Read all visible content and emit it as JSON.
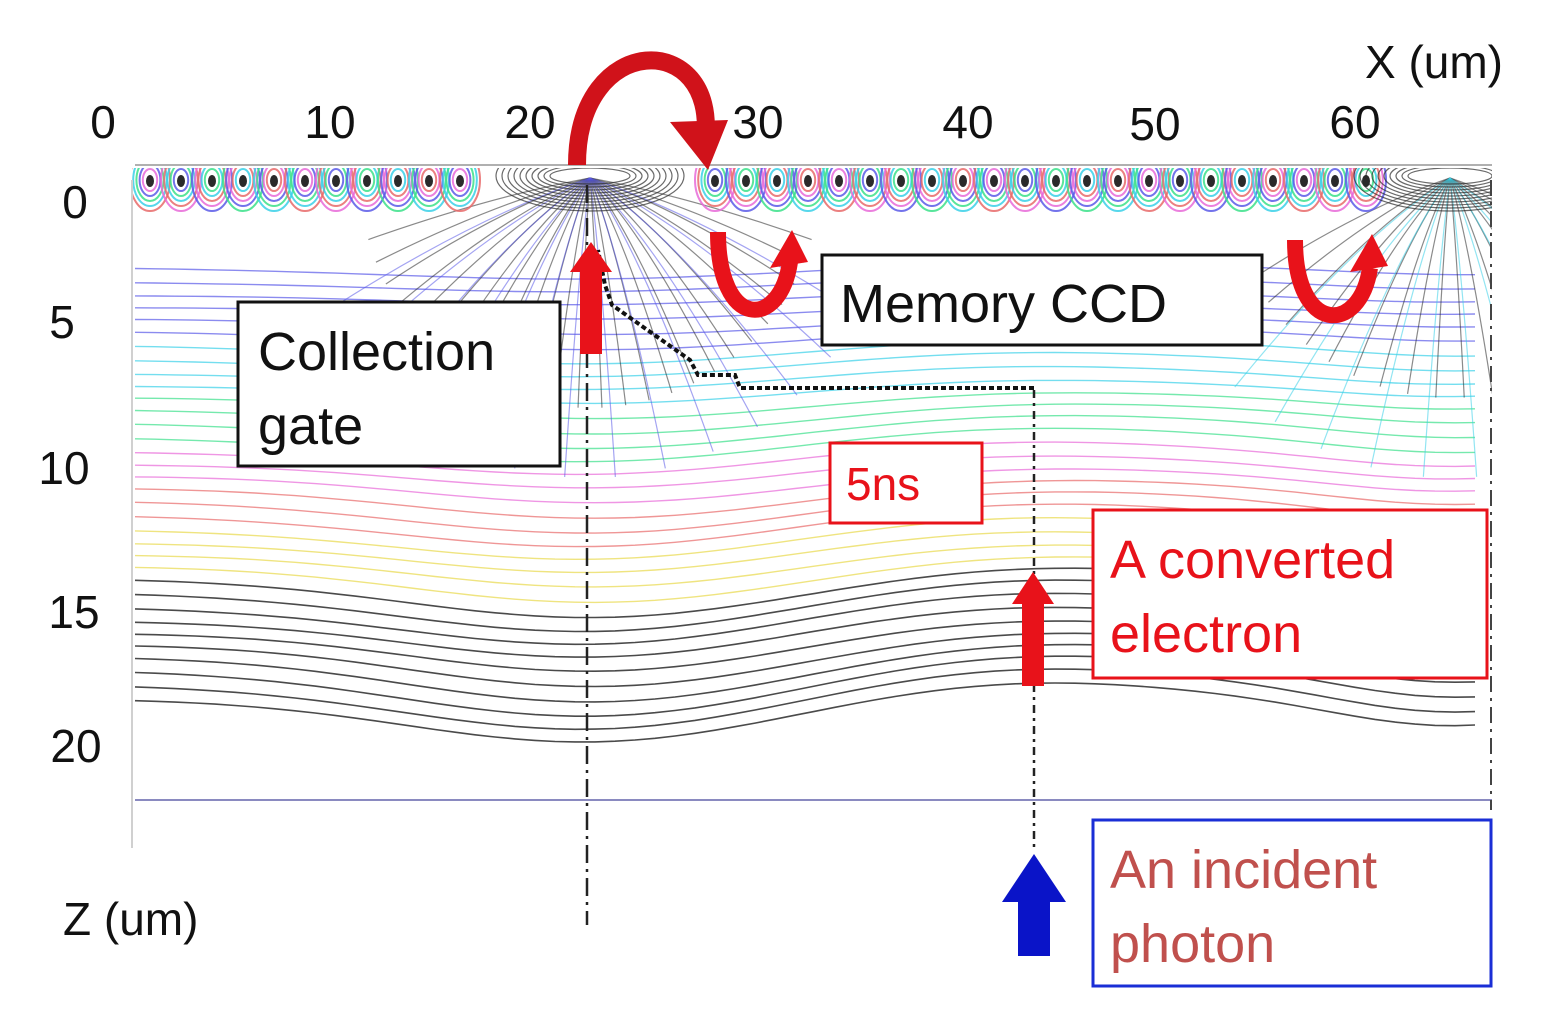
{
  "axes": {
    "x_label": "X (um)",
    "z_label": "Z (um)",
    "x_ticks": [
      "0",
      "10",
      "20",
      "30",
      "40",
      "50",
      "60"
    ],
    "z_ticks": [
      "0",
      "5",
      "10",
      "15",
      "20"
    ]
  },
  "labels": {
    "collection_gate": [
      "Collection",
      "gate"
    ],
    "memory_ccd": "Memory CCD",
    "time": "5ns",
    "converted_electron": [
      "A converted",
      "electron"
    ],
    "incident_photon": [
      "An incident",
      "photon"
    ]
  },
  "colors": {
    "arrow_red": "#e8121a",
    "arrow_blue": "#0a14c8",
    "label_red": "#e8121a",
    "label_photon": "#c0504d",
    "photon_border": "#1a2ed6",
    "contour_palette": [
      "#2a2a2a",
      "#5a5ae8",
      "#39d0e8",
      "#3be08a",
      "#e8d84a",
      "#e86ad8",
      "#e86a6a",
      "#b0b0b0"
    ]
  },
  "icons": {
    "transfer_arrows": "curved-arrow-icon",
    "photon_arrow": "up-arrow-icon",
    "electron_arrow": "up-arrow-icon"
  }
}
